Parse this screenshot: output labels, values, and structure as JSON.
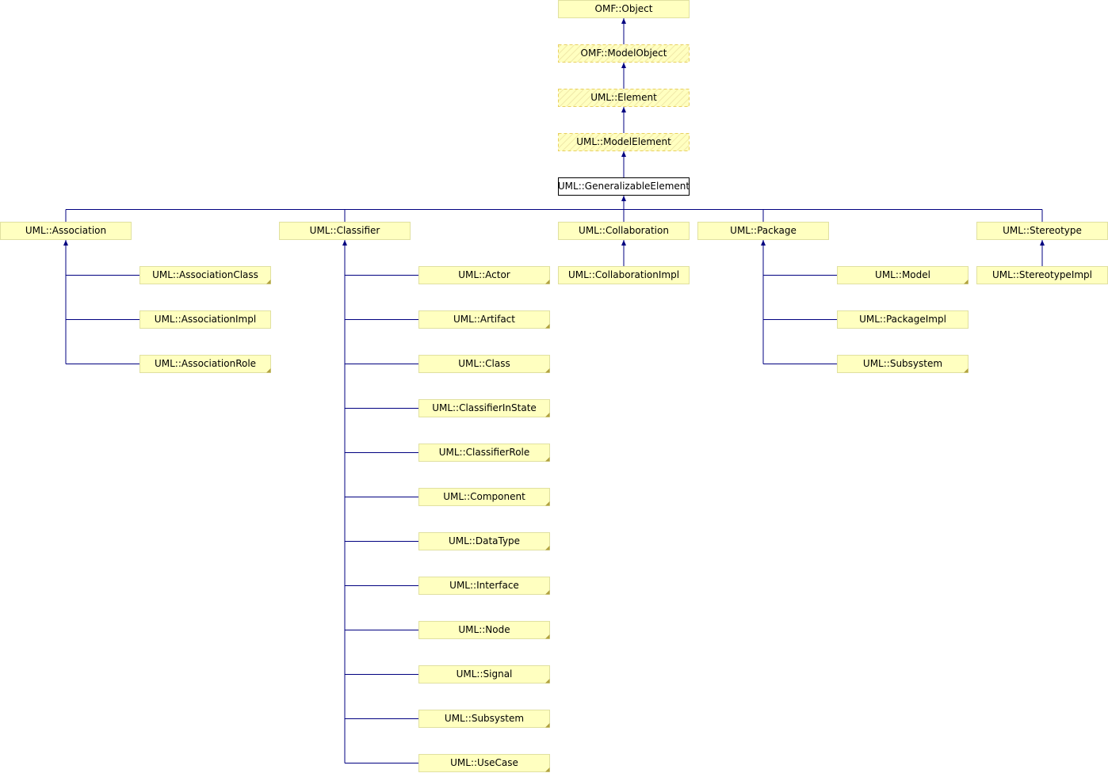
{
  "colors": {
    "node_fill": "#ffffc0",
    "node_stroke": "#e0e0a0",
    "dashed_stroke": "#e8d060",
    "selected_fill": "#ffffff",
    "selected_stroke": "#000000",
    "edge": "#000080",
    "fold_mark": "#b0a040"
  },
  "nodes": {
    "omf_object": "OMF::Object",
    "omf_modelobject": "OMF::ModelObject",
    "uml_element": "UML::Element",
    "uml_modelelement": "UML::ModelElement",
    "uml_generalizableelement": "UML::GeneralizableElement",
    "uml_association": "UML::Association",
    "uml_classifier": "UML::Classifier",
    "uml_collaboration": "UML::Collaboration",
    "uml_package": "UML::Package",
    "uml_stereotype": "UML::Stereotype",
    "uml_associationclass": "UML::AssociationClass",
    "uml_associationimpl": "UML::AssociationImpl",
    "uml_associationrole": "UML::AssociationRole",
    "uml_actor": "UML::Actor",
    "uml_artifact": "UML::Artifact",
    "uml_class": "UML::Class",
    "uml_classifierinstate": "UML::ClassifierInState",
    "uml_classifierrole": "UML::ClassifierRole",
    "uml_component": "UML::Component",
    "uml_datatype": "UML::DataType",
    "uml_interface": "UML::Interface",
    "uml_node": "UML::Node",
    "uml_signal": "UML::Signal",
    "uml_subsystem_classifier": "UML::Subsystem",
    "uml_usecase": "UML::UseCase",
    "uml_collaborationimpl": "UML::CollaborationImpl",
    "uml_model": "UML::Model",
    "uml_packageimpl": "UML::PackageImpl",
    "uml_subsystem_package": "UML::Subsystem",
    "uml_stereotypeimpl": "UML::StereotypeImpl"
  }
}
